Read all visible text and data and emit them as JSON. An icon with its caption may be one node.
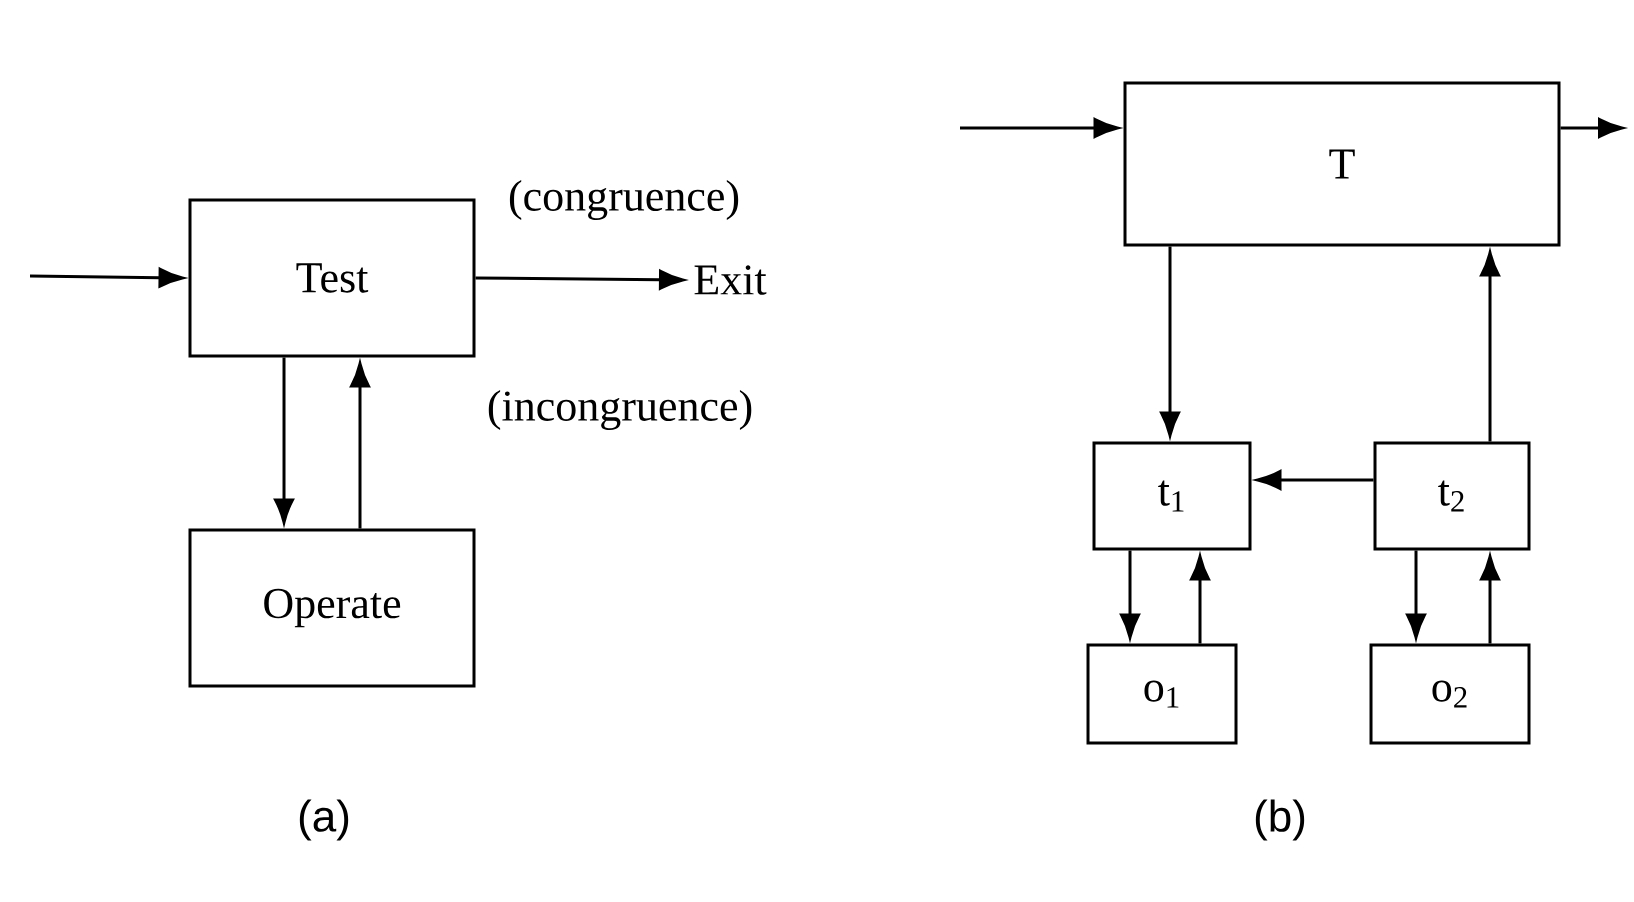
{
  "diagram": {
    "nodes": [
      {
        "text": [
          "Test"
        ]
      },
      {
        "text": [
          "Exit"
        ]
      },
      {
        "text": [
          "Operate"
        ]
      },
      {
        "text": [
          "T"
        ]
      },
      {
        "text": [
          "t$_{1}$"
        ]
      },
      {
        "text": [
          "t$_{2}$"
        ]
      },
      {
        "text": [
          "o$_{1}$"
        ]
      },
      {
        "text": [
          "o$_{2}$"
        ]
      }
    ],
    "edges": [
      {
        "from": null,
        "to": 0,
        "arrow": "to"
      },
      {
        "from": 0,
        "to": 1,
        "arrow": "to",
        "label": "(congruence)"
      },
      {
        "from": 0,
        "to": 2,
        "arrow": "to"
      },
      {
        "from": 2,
        "to": 0,
        "arrow": "to",
        "label": "(incongruence)"
      },
      {
        "from": null,
        "to": 3,
        "arrow": "to"
      },
      {
        "from": 3,
        "to": null,
        "arrow": "to"
      },
      {
        "from": 3,
        "to": 4,
        "arrow": "to"
      },
      {
        "from": 5,
        "to": 3,
        "arrow": "to"
      },
      {
        "from": 5,
        "to": 4,
        "arrow": "to"
      },
      {
        "from": 4,
        "to": 6,
        "arrow": "to"
      },
      {
        "from": 6,
        "to": 4,
        "arrow": "to"
      },
      {
        "from": 5,
        "to": 7,
        "arrow": "to"
      },
      {
        "from": 7,
        "to": 5,
        "arrow": "to"
      }
    ],
    "labels": [
      "(a)",
      "(b)"
    ]
  }
}
